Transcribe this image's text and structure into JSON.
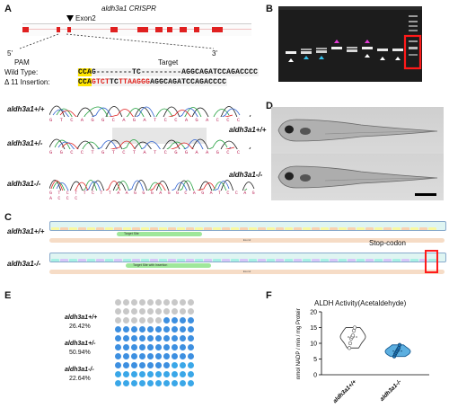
{
  "panels": {
    "A": "A",
    "B": "B",
    "C": "C",
    "D": "D",
    "E": "E",
    "F": "F"
  },
  "a": {
    "crispr_label": "aldh3a1 CRISPR",
    "exon_label": "Exon2",
    "five": "5'",
    "three": "3'",
    "pam": "PAM",
    "target": "Target",
    "wt_label": "Wild Type:",
    "ins_label": "Δ 11 Insertion:",
    "wt_pam": "CCA",
    "wt_rest1": "G",
    "wt_gap1": "--------",
    "wt_tc": "TC",
    "wt_gap2": "---------",
    "wt_target": "AGGCAGATCCAGACCCC",
    "ins_pam": "CCA",
    "ins_red1": "G",
    "ins_red2": "TCT",
    "ins_tc": "TC",
    "ins_red3": "TTAAGGG",
    "ins_target": "AGGCAGATCCAGACCCC",
    "geno_wt": "aldh3a1+/+",
    "geno_het": "aldh3a1+/-",
    "geno_ko": "aldh3a1-/-",
    "trace_wt": "G T C A G G C A G A T C C A G A C C C",
    "trace_het": "G G C C T G T C T A T C G G A A G C C",
    "trace_ko": "G T C T T C T T A A G G G A G G C A G A T C C A G A C C C"
  },
  "c": {
    "geno_wt": "aldh3a1+/+",
    "geno_ko": "aldh3a1-/-",
    "target_site": "Target Site",
    "target_site_ins": "Target Site with Insertion",
    "exon": "Exon2",
    "stop_codon": "Stop-codon"
  },
  "d": {
    "geno_wt": "aldh3a1+/+",
    "geno_ko": "aldh3a1-/-"
  },
  "e": {
    "rows": [
      {
        "label": "aldh3a1+/+",
        "pct": "26.42%",
        "fraction": 0.2642,
        "color": "#c8c8c8"
      },
      {
        "label": "aldh3a1+/-",
        "pct": "50.94%",
        "fraction": 0.5094,
        "color": "#3d8fe0"
      },
      {
        "label": "aldh3a1-/-",
        "pct": "22.64%",
        "fraction": 0.2264,
        "color": "#3aa7e8"
      }
    ]
  },
  "chart_data": {
    "type": "violin",
    "title": "ALDH Activity(Acetaldehyde)",
    "ylabel": "nmol NADP / min / mg Protein",
    "categories": [
      "aldh3a1+/+",
      "aldh3a1-/-"
    ],
    "ylim": [
      0,
      20
    ],
    "yticks": [
      0,
      5,
      10,
      15,
      20
    ],
    "series": [
      {
        "values": [
          8.5,
          10.0,
          11.5,
          12.0,
          12.5,
          14.0,
          15.0
        ]
      },
      {
        "values": [
          5.8,
          6.5,
          7.0,
          7.5,
          8.0,
          8.5,
          9.5
        ]
      }
    ],
    "colors": [
      "#a8a8a8",
      "#2d7fc0"
    ]
  }
}
